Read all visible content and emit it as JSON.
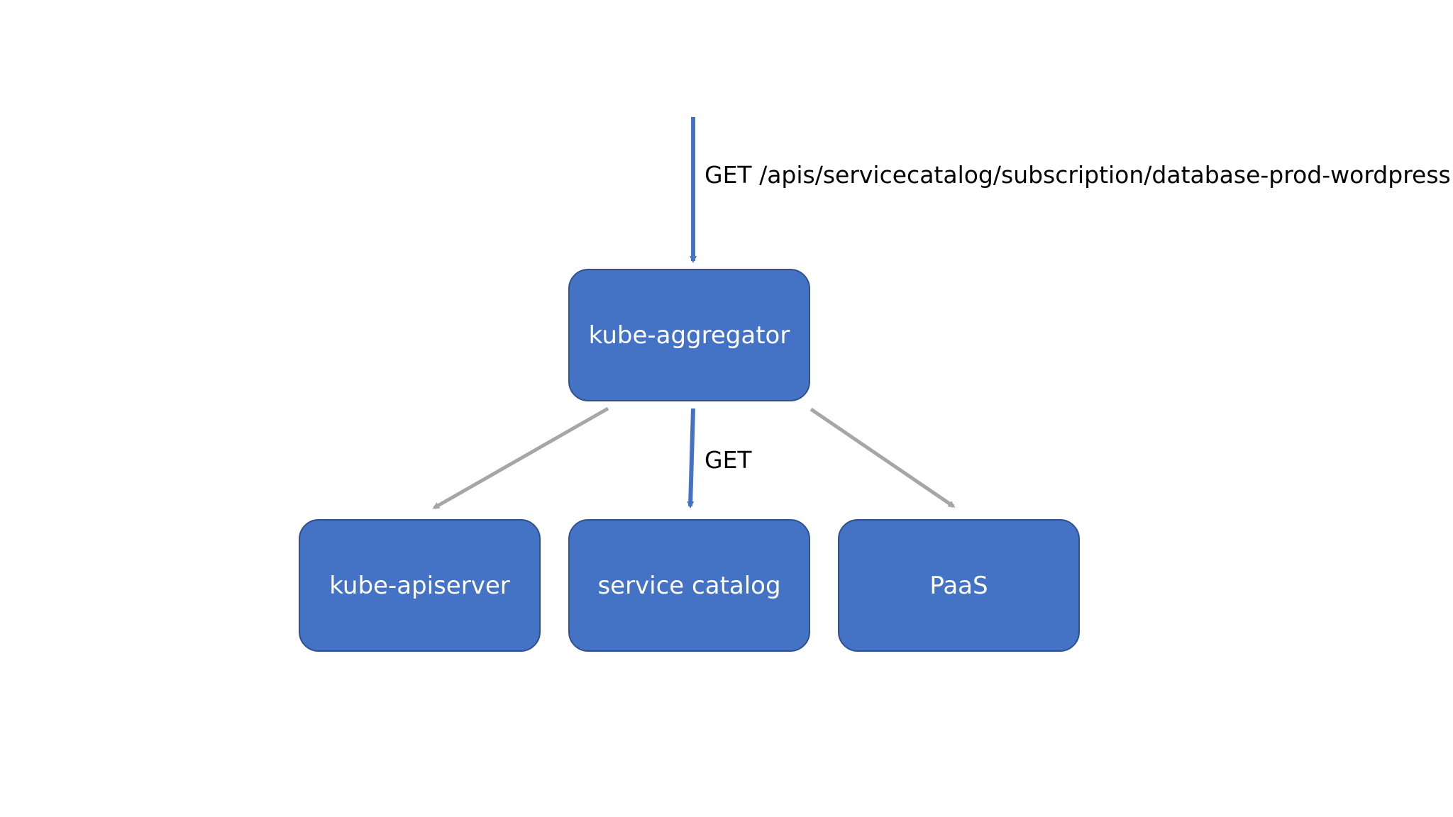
{
  "request": {
    "label": "GET /apis/servicecatalog/subscription/database-prod-wordpress"
  },
  "forward": {
    "label": "GET"
  },
  "nodes": {
    "aggregator": "kube-aggregator",
    "apiserver": "kube-apiserver",
    "service_catalog": "service catalog",
    "paas": "PaaS"
  },
  "colors": {
    "node_fill": "#4472c4",
    "node_border": "#2f528f",
    "active_arrow": "#4472c4",
    "inactive_arrow": "#a6a6a6",
    "label_text": "#000000"
  }
}
